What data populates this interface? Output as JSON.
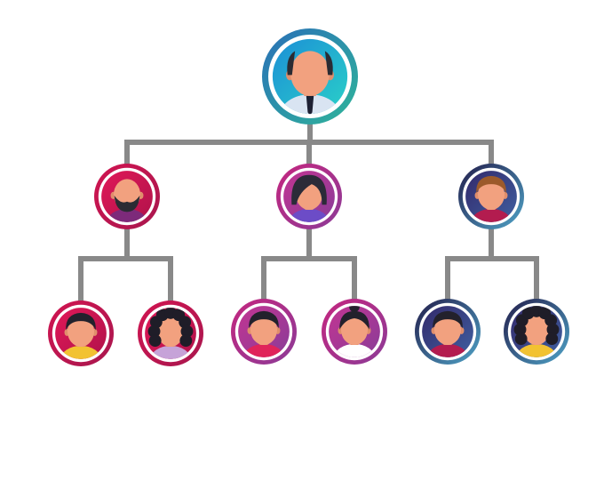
{
  "colors": {
    "connector": "#898989",
    "background": "#ffffff",
    "skin": "#f2a17f",
    "skin_shade": "#e08e6c"
  },
  "nodes": [
    {
      "id": "ceo",
      "level": 0,
      "parent": null,
      "icon": "bald-man-with-tie-avatar-icon",
      "ring": [
        "#2a6fb8",
        "#2fb59a"
      ],
      "bg": [
        "#1c8fd6",
        "#2ad0c8"
      ],
      "hair": "#2b2b33",
      "hair_style": "bald-sides",
      "shirt": "#d9e4f2",
      "tie": "#1d2033",
      "beard": false
    },
    {
      "id": "manager-left",
      "level": 1,
      "parent": "ceo",
      "icon": "bearded-man-avatar-icon",
      "ring": [
        "#d11451",
        "#a8174e"
      ],
      "bg": [
        "#e01858",
        "#b0124a"
      ],
      "hair": "#e9947a",
      "hair_style": "bald",
      "shirt": "#7d2a7a",
      "tie": null,
      "beard": true
    },
    {
      "id": "manager-middle",
      "level": 1,
      "parent": "ceo",
      "icon": "woman-avatar-icon",
      "ring": [
        "#c4267f",
        "#8c3b97"
      ],
      "bg": [
        "#c23592",
        "#8a3c98"
      ],
      "hair": "#2b2b38",
      "hair_style": "bob",
      "shirt": "#6c4cc7",
      "tie": null,
      "beard": false
    },
    {
      "id": "manager-right",
      "level": 1,
      "parent": "ceo",
      "icon": "man-with-stubble-avatar-icon",
      "ring": [
        "#231c4a",
        "#4fa4c8"
      ],
      "bg": [
        "#33296b",
        "#3f5fa0"
      ],
      "hair": "#9c5a2b",
      "hair_style": "short",
      "shirt": "#b31c4f",
      "tie": null,
      "beard": false
    },
    {
      "id": "employee-1",
      "level": 2,
      "parent": "manager-left",
      "icon": "young-man-avatar-icon",
      "ring": [
        "#d11451",
        "#a8174e"
      ],
      "bg": [
        "#e01858",
        "#b0124a"
      ],
      "hair": "#23212c",
      "hair_style": "short",
      "shirt": "#f2c232",
      "tie": null,
      "beard": false
    },
    {
      "id": "employee-2",
      "level": 2,
      "parent": "manager-left",
      "icon": "curly-hair-woman-avatar-icon",
      "ring": [
        "#d11451",
        "#a8174e"
      ],
      "bg": [
        "#e01858",
        "#b0124a"
      ],
      "hair": "#1f1d28",
      "hair_style": "curly",
      "shirt": "#c6a3d8",
      "tie": null,
      "beard": false
    },
    {
      "id": "employee-3",
      "level": 2,
      "parent": "manager-middle",
      "icon": "man-avatar-icon",
      "ring": [
        "#c4267f",
        "#8c3b97"
      ],
      "bg": [
        "#c23592",
        "#8a3c98"
      ],
      "hair": "#23212c",
      "hair_style": "short",
      "shirt": "#e0245a",
      "tie": null,
      "beard": false
    },
    {
      "id": "employee-4",
      "level": 2,
      "parent": "manager-middle",
      "icon": "woman-with-bun-avatar-icon",
      "ring": [
        "#c4267f",
        "#8c3b97"
      ],
      "bg": [
        "#c23592",
        "#8a3c98"
      ],
      "hair": "#23212c",
      "hair_style": "bun",
      "shirt": "#ffffff",
      "tie": null,
      "beard": false
    },
    {
      "id": "employee-5",
      "level": 2,
      "parent": "manager-right",
      "icon": "man-avatar-icon",
      "ring": [
        "#231c4a",
        "#4fa4c8"
      ],
      "bg": [
        "#33296b",
        "#3f5fa0"
      ],
      "hair": "#23212c",
      "hair_style": "short",
      "shirt": "#b31c4f",
      "tie": null,
      "beard": false
    },
    {
      "id": "employee-6",
      "level": 2,
      "parent": "manager-right",
      "icon": "curly-hair-woman-avatar-icon",
      "ring": [
        "#231c4a",
        "#4fa4c8"
      ],
      "bg": [
        "#33296b",
        "#3f5fa0"
      ],
      "hair": "#1f1d28",
      "hair_style": "curly",
      "shirt": "#f2c232",
      "tie": null,
      "beard": false
    }
  ]
}
